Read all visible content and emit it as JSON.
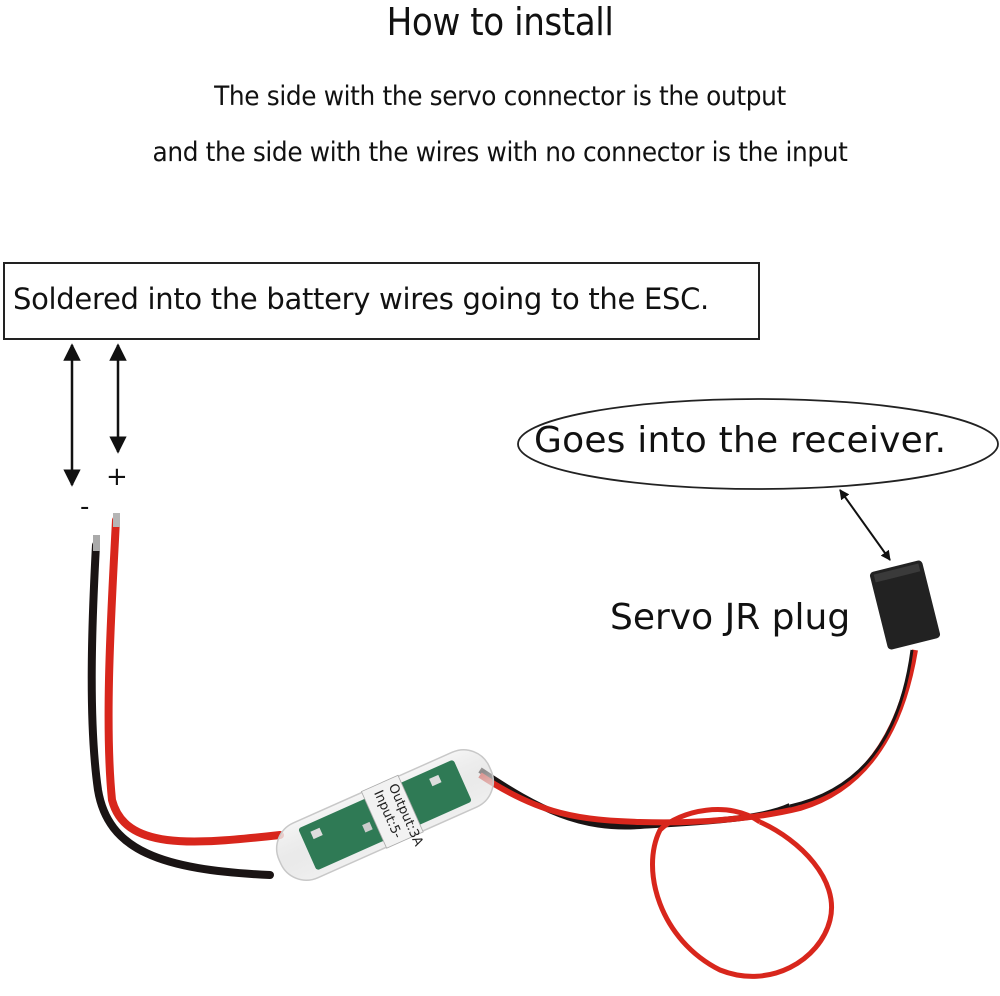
{
  "header": {
    "title": "How to install",
    "line1": "The side with the servo connector is the output",
    "line2": "and the side with the wires with no connector is the input"
  },
  "callouts": {
    "input": "Soldered into the battery wires going to the ESC.",
    "receiver": "Goes into the receiver.",
    "plug": "Servo JR plug"
  },
  "polarity": {
    "positive": "+",
    "negative": "-"
  },
  "module_label": {
    "line1": "Input:5-",
    "line2": "Output:3A"
  },
  "colors": {
    "red_wire": "#d8261c",
    "black_wire": "#1a1414",
    "pcb": "#2f7a55",
    "plug": "#222222"
  }
}
